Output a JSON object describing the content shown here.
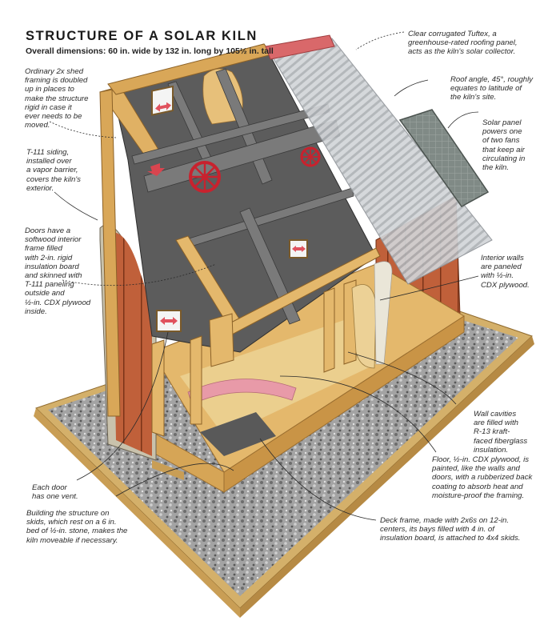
{
  "header": {
    "title": "STRUCTURE OF A SOLAR KILN",
    "subtitle": "Overall dimensions: 60 in. wide by 132 in. long by 105½ in. tall"
  },
  "annotations": {
    "framing": "Ordinary 2x shed\nframing is doubled\nup in places to\nmake the structure\nrigid in case it\never needs to be\nmoved.",
    "siding": "T-111 siding,\ninstalled over\na vapor barrier,\ncovers the kiln's\nexterior.",
    "doors": "Doors have a\nsoftwood interior\nframe filled\nwith 2-in. rigid\ninsulation board\nand skinned with\nT-111 paneling\noutside and\n½-in. CDX plywood\ninside.",
    "vent": "Each door\nhas one vent.",
    "skids": "Building the structure on\nskids, which rest on a 6 in.\nbed of ½-in. stone, makes the\nkiln moveable if necessary.",
    "roofing": "Clear corrugated Tuftex, a\ngreenhouse-rated roofing panel,\nacts as the kiln's solar collector.",
    "roof_angle": "Roof angle, 45°, roughly\nequates to latitude of\nthe kiln's site.",
    "solar_panel": "Solar panel\npowers one\nof two fans\nthat keep air\ncirculating in\nthe kiln.",
    "interior_walls": "Interior walls\nare paneled\nwith ½-in.\nCDX plywood.",
    "wall_cavities": "Wall cavities\nare filled with\nR-13 kraft-\nfaced fiberglass\ninsulation.",
    "floor": "Floor, ½-in. CDX plywood, is\npainted, like the walls and\ndoors, with a rubberized back\ncoating to absorb heat and\nmoisture-proof the framing.",
    "deck": "Deck frame, made with 2x6s on 12-in.\ncenters, its bays filled with 4 in. of\ninsulation board, is attached to 4x4 skids."
  },
  "colors": {
    "wood": "#e2b56a",
    "wood_dark": "#b9863d",
    "interior_gray": "#5e5e5e",
    "siding_red": "#b8562f",
    "fan_red": "#c8222e",
    "roof_clear": "#c9ccd0",
    "ridge_cap": "#d9686a",
    "solar_panel": "#7c8582",
    "gravel": "#9a9a9a",
    "insulation_pink": "#e79aa7"
  }
}
